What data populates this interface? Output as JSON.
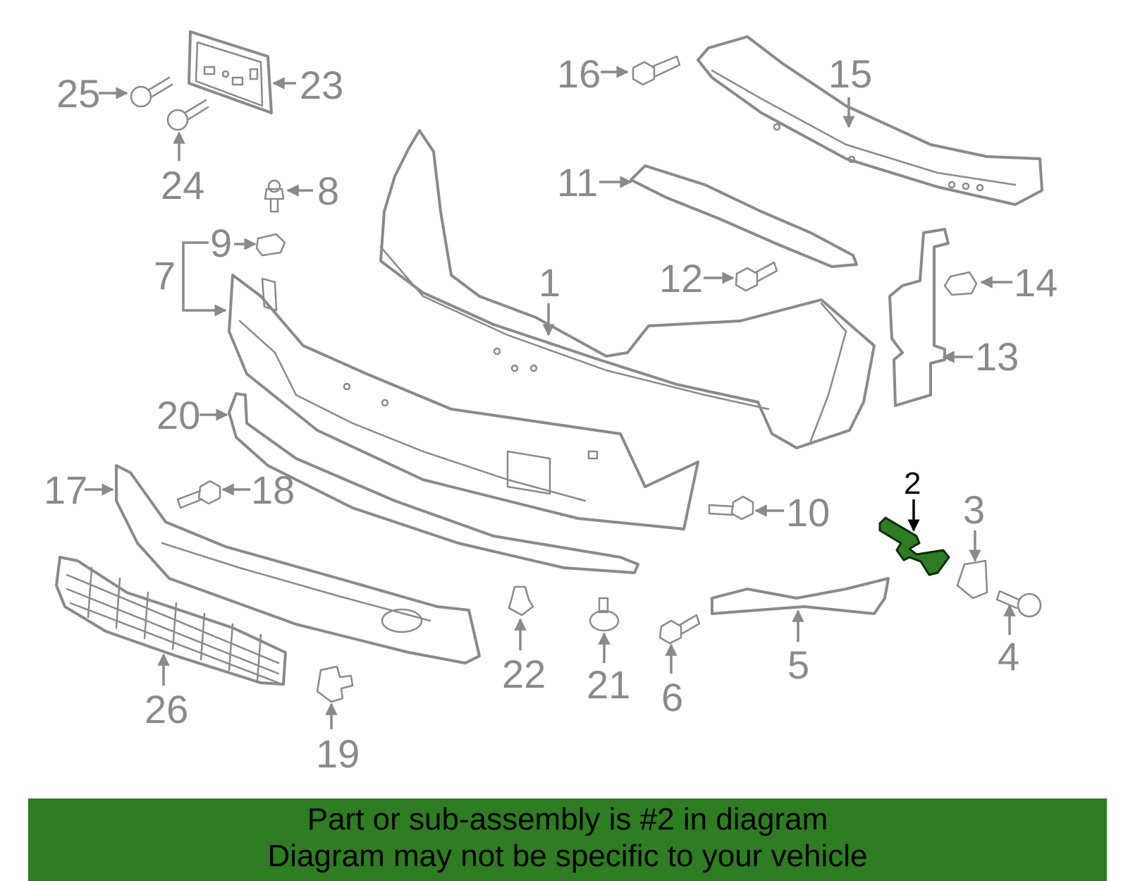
{
  "colors": {
    "line_art": "#8a8a8a",
    "highlight": "#2e7d22",
    "banner_background": "#2e7d22",
    "background": "#ffffff"
  },
  "callouts": {
    "c1": "1",
    "c2": "2",
    "c3": "3",
    "c4": "4",
    "c5": "5",
    "c6": "6",
    "c7": "7",
    "c8": "8",
    "c9": "9",
    "c10": "10",
    "c11": "11",
    "c12": "12",
    "c13": "13",
    "c14": "14",
    "c15": "15",
    "c16": "16",
    "c17": "17",
    "c18": "18",
    "c19": "19",
    "c20": "20",
    "c21": "21",
    "c22": "22",
    "c23": "23",
    "c24": "24",
    "c25": "25",
    "c26": "26"
  },
  "highlighted_part": "2",
  "banner": {
    "line1": "Part or sub-assembly is #2 in diagram",
    "line2": "Diagram may not be specific to your vehicle"
  }
}
